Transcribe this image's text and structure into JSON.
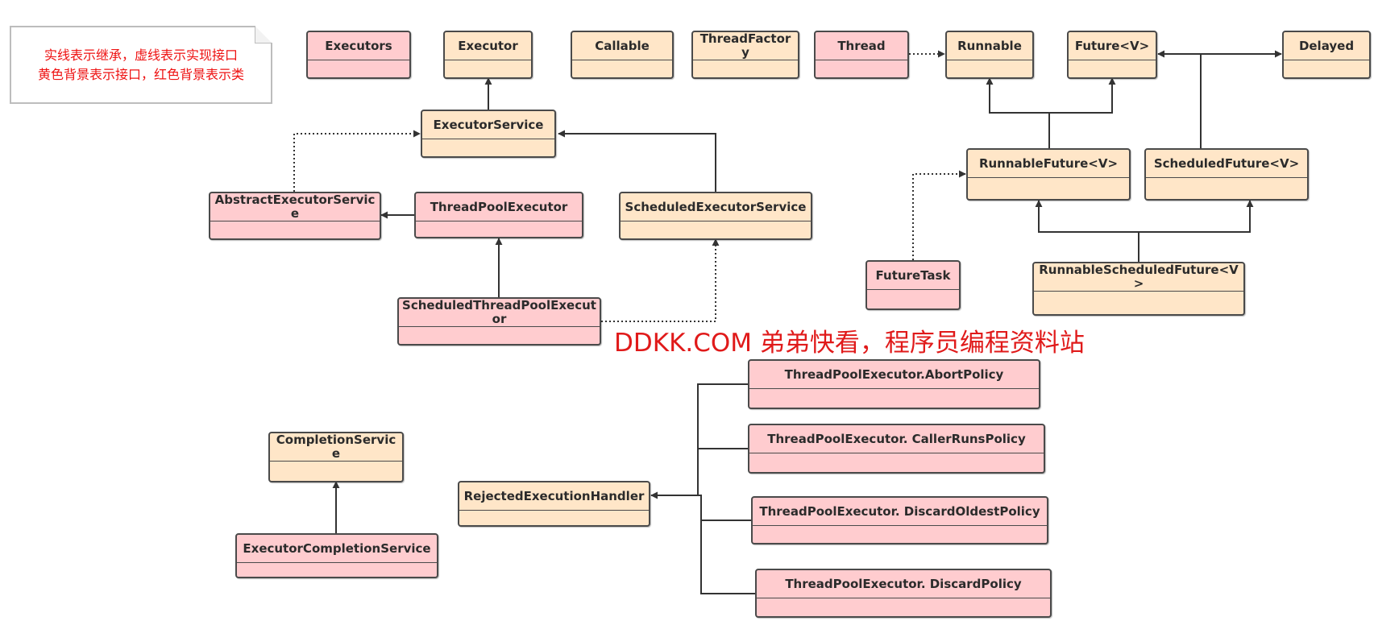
{
  "note": {
    "line1": "实线表示继承，虚线表示实现接口",
    "line2": "黄色背景表示接口，红色背景表示类"
  },
  "watermark": "DDKK.COM 弟弟快看，程序员编程资料站",
  "colors": {
    "interface_bg": "#ffe6c8",
    "class_bg": "#ffcccf",
    "border": "#4a4a4a",
    "note_text": "#ee1111"
  },
  "nodes": {
    "executors": "Executors",
    "executor": "Executor",
    "callable": "Callable",
    "threadFactory": "ThreadFactory",
    "thread": "Thread",
    "runnable": "Runnable",
    "future": "Future<V>",
    "delayed": "Delayed",
    "executorService": "ExecutorService",
    "abstractExecutorService": "AbstractExecutorService",
    "threadPoolExecutor": "ThreadPoolExecutor",
    "scheduledExecutorService": "ScheduledExecutorService",
    "scheduledThreadPoolExecutor": "ScheduledThreadPoolExecutor",
    "runnableFuture": "RunnableFuture<V>",
    "scheduledFuture": "ScheduledFuture<V>",
    "futureTask": "FutureTask",
    "runnableScheduledFuture": "RunnableScheduledFuture<V>",
    "abortPolicy": "ThreadPoolExecutor.AbortPolicy",
    "callerRunsPolicy": "ThreadPoolExecutor. CallerRunsPolicy",
    "discardOldestPolicy": "ThreadPoolExecutor. DiscardOldestPolicy",
    "discardPolicy": "ThreadPoolExecutor. DiscardPolicy",
    "completionService": "CompletionService",
    "rejectedExecutionHandler": "RejectedExecutionHandler",
    "executorCompletionService": "ExecutorCompletionService"
  }
}
